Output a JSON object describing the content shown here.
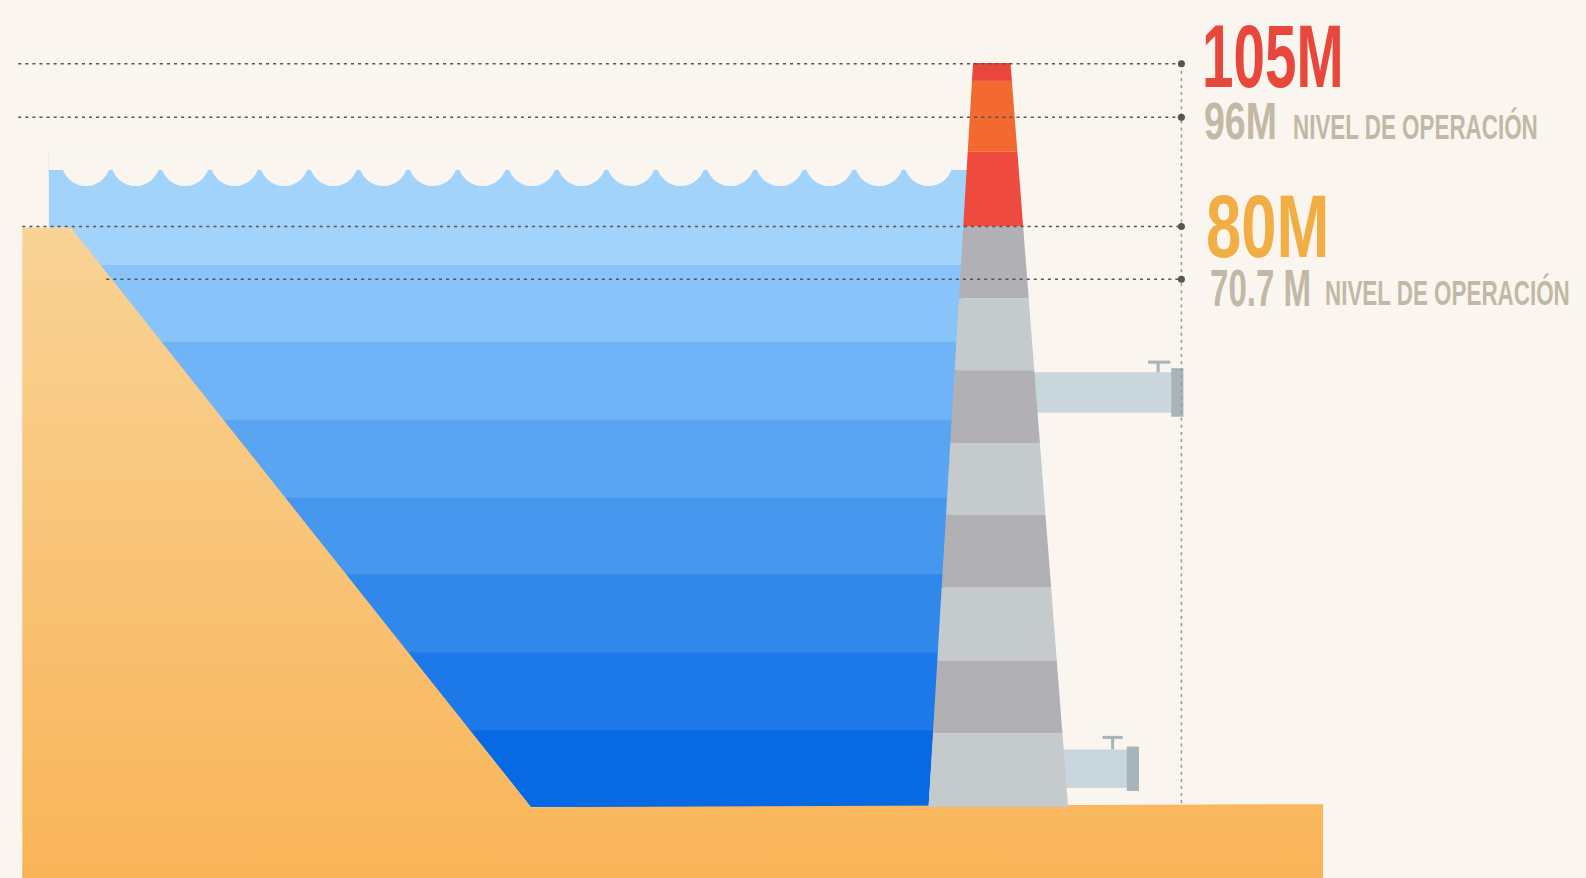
{
  "diagram": {
    "labels": [
      "105M",
      "96M",
      "NIVEL DE OPERACIÓN",
      "80M",
      "70.7 M",
      "NIVEL DE OPERACIÓN"
    ]
  }
}
